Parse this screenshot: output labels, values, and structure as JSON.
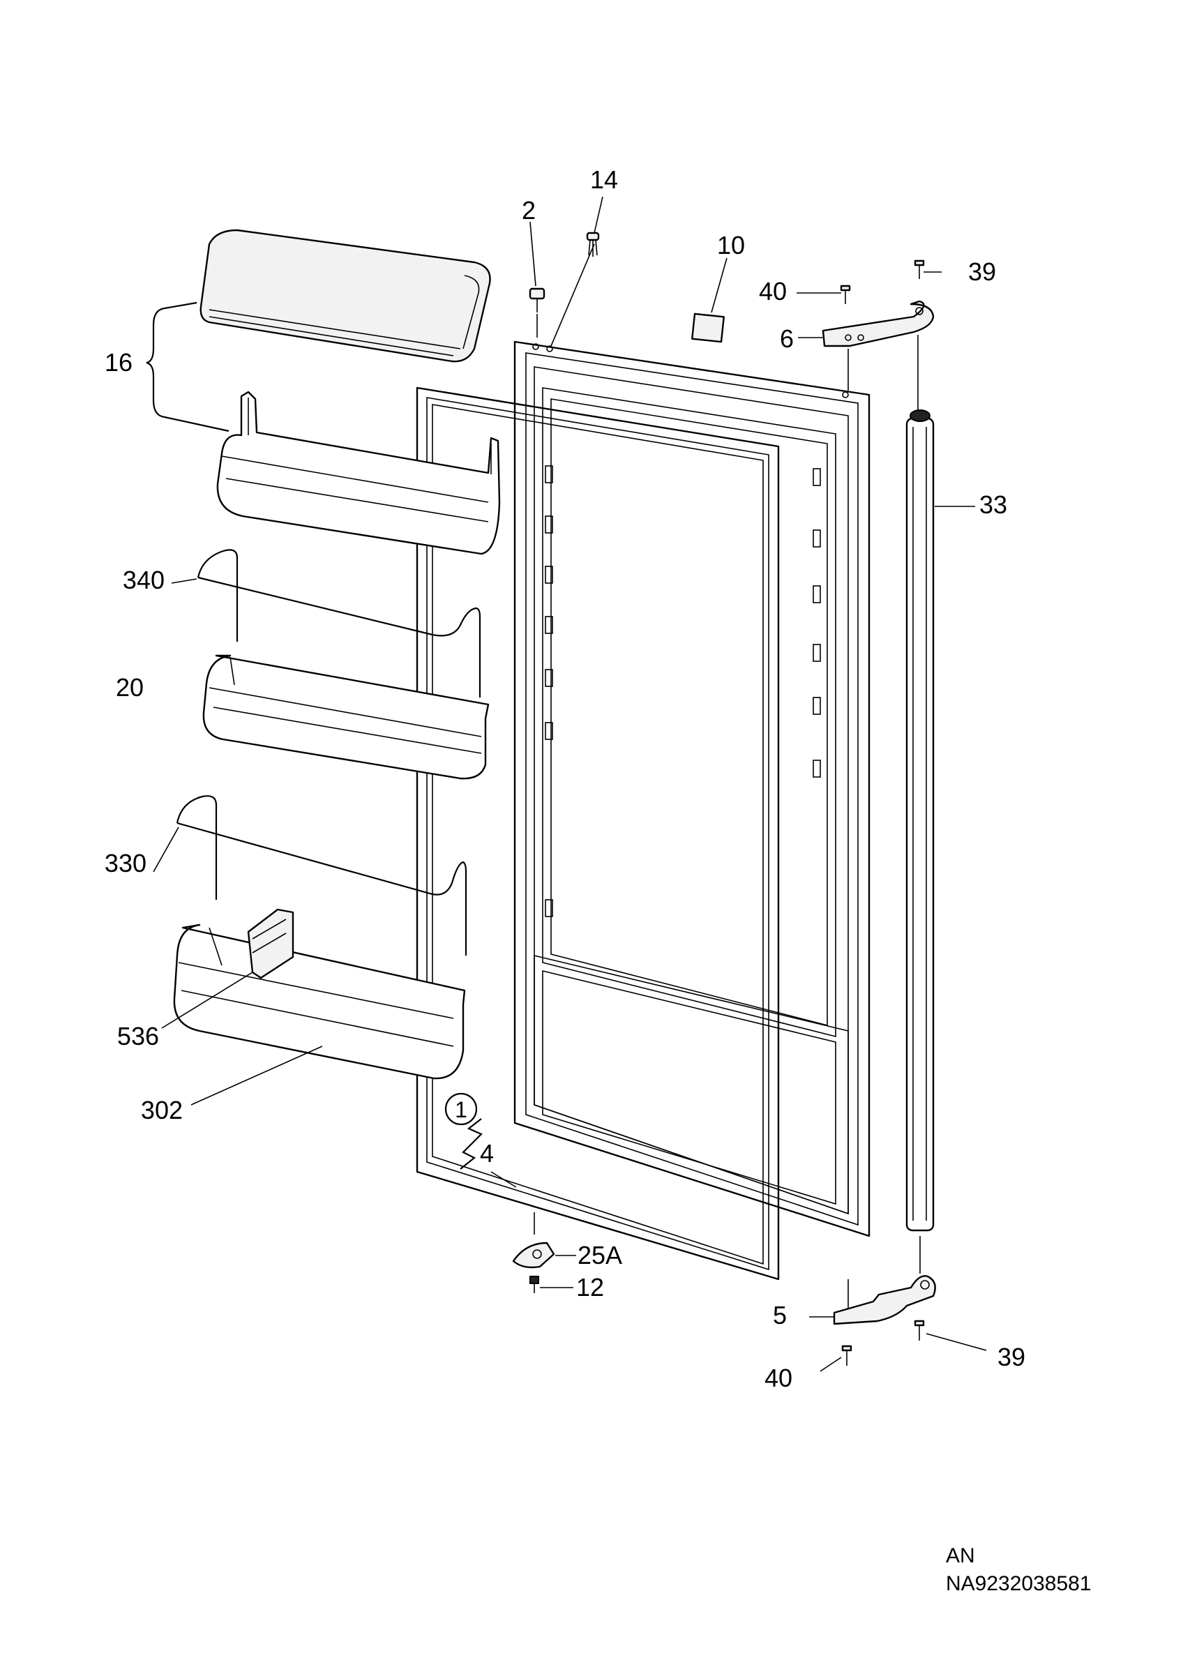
{
  "diagram": {
    "callouts": {
      "c14": "14",
      "c2": "2",
      "c10": "10",
      "c39_top": "39",
      "c40_top": "40",
      "c6": "6",
      "c16": "16",
      "c33": "33",
      "c340": "340",
      "c20": "20",
      "c330": "330",
      "c536": "536",
      "c302": "302",
      "c1": "1",
      "c4": "4",
      "c25A": "25A",
      "c12": "12",
      "c5": "5",
      "c39_bottom": "39",
      "c40_bottom": "40"
    },
    "footer": {
      "line1": "AN",
      "line2": "NA9232038581"
    }
  }
}
